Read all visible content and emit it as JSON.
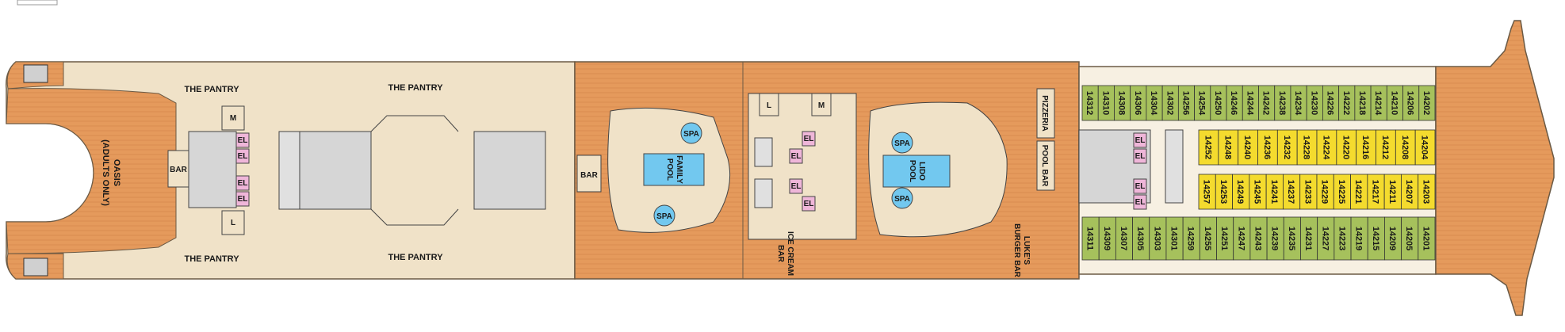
{
  "colors": {
    "interior": "#f0e2c8",
    "deck_wood": "#e59a5c",
    "cabin_green": "#a6c15c",
    "cabin_yellow": "#f4db2e",
    "pool_water": "#72c8ef",
    "elevator_pink": "#efb6d9",
    "stair_grey": "#d6d6d6"
  },
  "labels": {
    "pantry_top_left": "THE PANTRY",
    "pantry_top_right": "THE PANTRY",
    "pantry_bottom_left": "THE PANTRY",
    "pantry_bottom_right": "THE PANTRY",
    "oasis_1": "OASIS",
    "oasis_2": "(ADULTS ONLY)",
    "bar_aft": "BAR",
    "bar_mid": "BAR",
    "family_pool_1": "FAMILY",
    "family_pool_2": "POOL",
    "lido_pool_1": "LIDO",
    "lido_pool_2": "POOL",
    "spa": "SPA",
    "ice_cream_1": "ICE CREAM",
    "ice_cream_2": "BAR",
    "pizzeria": "PIZZERIA",
    "pool_bar": "POOL BAR",
    "lukes_1": "LUKE'S",
    "lukes_2": "BURGER BAR",
    "elevator": "EL",
    "mens": "M",
    "ladies": "L"
  },
  "cabins": {
    "top_row": [
      "14312",
      "14310",
      "14308",
      "14306",
      "14304",
      "14302",
      "14256",
      "14254",
      "14250",
      "14246",
      "14244",
      "14242",
      "14238",
      "14234",
      "14230",
      "14226",
      "14222",
      "14218",
      "14214",
      "14210",
      "14206",
      "14202"
    ],
    "inner_top": [
      "14252",
      "14248",
      "14240",
      "14236",
      "14232",
      "14228",
      "14224",
      "14220",
      "14216",
      "14212",
      "14208",
      "14204"
    ],
    "inner_bottom": [
      "14257",
      "14253",
      "14249",
      "14245",
      "14241",
      "14237",
      "14233",
      "14229",
      "14225",
      "14221",
      "14217",
      "14211",
      "14207",
      "14203"
    ],
    "bottom_row": [
      "14311",
      "14309",
      "14307",
      "14305",
      "14303",
      "14301",
      "14259",
      "14255",
      "14251",
      "14247",
      "14243",
      "14239",
      "14235",
      "14231",
      "14227",
      "14223",
      "14219",
      "14215",
      "14209",
      "14205",
      "14201"
    ]
  }
}
